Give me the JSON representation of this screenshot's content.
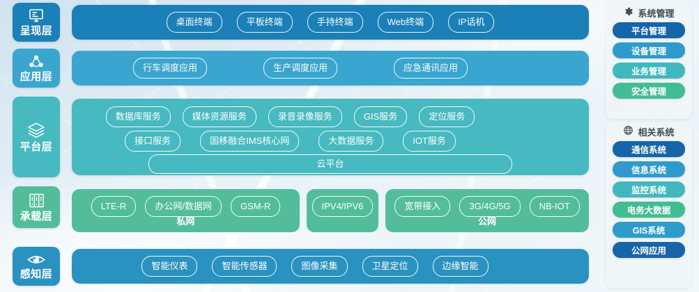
{
  "theme": {
    "presentation_color": "#1b7fb8",
    "application_color": "#3aa6cf",
    "platform_color": "#47b9c0",
    "bearer_color": "#53bd9b",
    "perception_color": "#2a92c0",
    "chip_border": "#ffffff"
  },
  "layers": [
    {
      "id": "presentation",
      "label": "呈现层",
      "icon": "monitor-icon",
      "color": "#1b7fb8",
      "band_color": "#1b7fb8",
      "chips": [
        "桌面终端",
        "平板终端",
        "手持终端",
        "Web终端",
        "IP话机"
      ]
    },
    {
      "id": "application",
      "label": "应用层",
      "icon": "network-nodes-icon",
      "color": "#3aa6cf",
      "band_color": "#3aa6cf",
      "chips": [
        "行车调度应用",
        "生产调度应用",
        "应急通讯应用"
      ]
    },
    {
      "id": "platform",
      "label": "平台层",
      "icon": "layers-icon",
      "color": "#47b9c0",
      "band_color": "#47b9c0",
      "row1": [
        "数据库服务",
        "媒体资源服务",
        "录音录像服务",
        "GIS服务",
        "定位服务"
      ],
      "row2": [
        "接口服务",
        "固移融合IMS核心网",
        "大数据服务",
        "IOT服务"
      ],
      "row3": [
        "云平台"
      ]
    },
    {
      "id": "bearer",
      "label": "承载层",
      "icon": "server-rack-icon",
      "color": "#53bd9b",
      "groups": [
        {
          "name": "私网",
          "chips": [
            "LTE-R",
            "办公网/数据网",
            "GSM-R"
          ]
        },
        {
          "name": "",
          "chips": [
            "IPV4/IPV6"
          ]
        },
        {
          "name": "公网",
          "chips": [
            "宽带接入",
            "3G/4G/5G",
            "NB-IOT"
          ]
        }
      ]
    },
    {
      "id": "perception",
      "label": "感知层",
      "icon": "eye-icon",
      "color": "#2a92c0",
      "band_color": "#2a92c0",
      "chips": [
        "智能仪表",
        "智能传感器",
        "图像采集",
        "卫星定位",
        "边缘智能"
      ]
    }
  ],
  "sidebar": {
    "panels": [
      {
        "id": "system-management",
        "title": "系统管理",
        "icon": "gear-icon",
        "items": [
          {
            "label": "平台管理",
            "color": "#1565a8"
          },
          {
            "label": "设备管理",
            "color": "#2f9bcd"
          },
          {
            "label": "业务管理",
            "color": "#41b8be"
          },
          {
            "label": "安全管理",
            "color": "#42bd93"
          }
        ]
      },
      {
        "id": "related-systems",
        "title": "相关系统",
        "icon": "globe-icon",
        "items": [
          {
            "label": "通信系统",
            "color": "#1565a8"
          },
          {
            "label": "信息系统",
            "color": "#2f9bcd"
          },
          {
            "label": "监控系统",
            "color": "#41b8be"
          },
          {
            "label": "电务大数据",
            "color": "#42bd93"
          },
          {
            "label": "GIS系统",
            "color": "#2f9bcd"
          },
          {
            "label": "公网应用",
            "color": "#1565a8"
          }
        ]
      }
    ]
  }
}
